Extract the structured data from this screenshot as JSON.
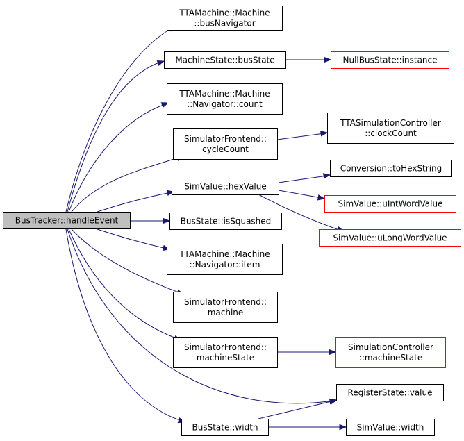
{
  "diagram": {
    "colors": {
      "edge": "#191970",
      "root_fill": "#bfbfbf",
      "normal_border": "#000000",
      "external_border": "#ff0000",
      "node_fill": "#ffffff"
    },
    "nodes": [
      {
        "id": "root",
        "lines": [
          "BusTracker::handleEvent"
        ],
        "style": "root"
      },
      {
        "id": "bus-navigator",
        "lines": [
          "TTAMachine::Machine",
          "::busNavigator"
        ],
        "style": "normal"
      },
      {
        "id": "bus-state",
        "lines": [
          "MachineState::busState"
        ],
        "style": "normal"
      },
      {
        "id": "null-bus-state-instance",
        "lines": [
          "NullBusState::instance"
        ],
        "style": "external"
      },
      {
        "id": "navigator-count",
        "lines": [
          "TTAMachine::Machine",
          "::Navigator::count"
        ],
        "style": "normal"
      },
      {
        "id": "cycle-count",
        "lines": [
          "SimulatorFrontend::",
          "cycleCount"
        ],
        "style": "normal"
      },
      {
        "id": "clock-count",
        "lines": [
          "TTASimulationController",
          "::clockCount"
        ],
        "style": "normal"
      },
      {
        "id": "hex-value",
        "lines": [
          "SimValue::hexValue"
        ],
        "style": "normal"
      },
      {
        "id": "to-hex-string",
        "lines": [
          "Conversion::toHexString"
        ],
        "style": "normal"
      },
      {
        "id": "uint-word-value",
        "lines": [
          "SimValue::uIntWordValue"
        ],
        "style": "external"
      },
      {
        "id": "ulong-word-value",
        "lines": [
          "SimValue::uLongWordValue"
        ],
        "style": "external"
      },
      {
        "id": "is-squashed",
        "lines": [
          "BusState::isSquashed"
        ],
        "style": "normal"
      },
      {
        "id": "navigator-item",
        "lines": [
          "TTAMachine::Machine",
          "::Navigator::item"
        ],
        "style": "normal"
      },
      {
        "id": "machine",
        "lines": [
          "SimulatorFrontend::",
          "machine"
        ],
        "style": "normal"
      },
      {
        "id": "machine-state",
        "lines": [
          "SimulatorFrontend::",
          "machineState"
        ],
        "style": "normal"
      },
      {
        "id": "sim-controller-machine-state",
        "lines": [
          "SimulationController",
          "::machineState"
        ],
        "style": "external"
      },
      {
        "id": "register-state-value",
        "lines": [
          "RegisterState::value"
        ],
        "style": "normal"
      },
      {
        "id": "bus-state-width",
        "lines": [
          "BusState::width"
        ],
        "style": "normal"
      },
      {
        "id": "sim-value-width",
        "lines": [
          "SimValue::width"
        ],
        "style": "normal"
      }
    ],
    "edges": [
      {
        "from": "root",
        "to": "bus-navigator"
      },
      {
        "from": "root",
        "to": "bus-state"
      },
      {
        "from": "root",
        "to": "navigator-count"
      },
      {
        "from": "root",
        "to": "cycle-count"
      },
      {
        "from": "root",
        "to": "hex-value"
      },
      {
        "from": "root",
        "to": "is-squashed"
      },
      {
        "from": "root",
        "to": "navigator-item"
      },
      {
        "from": "root",
        "to": "machine"
      },
      {
        "from": "root",
        "to": "machine-state"
      },
      {
        "from": "root",
        "to": "register-state-value"
      },
      {
        "from": "root",
        "to": "bus-state-width"
      },
      {
        "from": "bus-state",
        "to": "null-bus-state-instance"
      },
      {
        "from": "cycle-count",
        "to": "clock-count"
      },
      {
        "from": "hex-value",
        "to": "to-hex-string"
      },
      {
        "from": "hex-value",
        "to": "uint-word-value"
      },
      {
        "from": "hex-value",
        "to": "ulong-word-value"
      },
      {
        "from": "machine-state",
        "to": "sim-controller-machine-state"
      },
      {
        "from": "bus-state-width",
        "to": "register-state-value"
      },
      {
        "from": "bus-state-width",
        "to": "sim-value-width"
      }
    ]
  }
}
